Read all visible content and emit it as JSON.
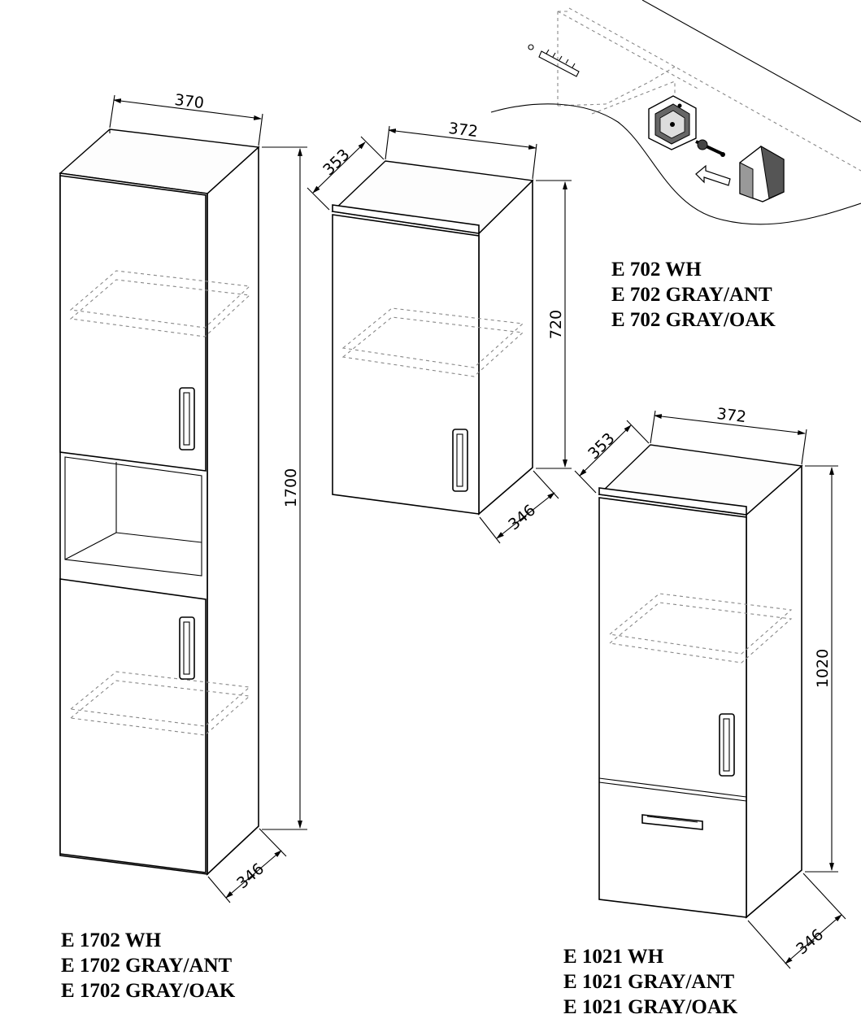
{
  "cabinets": [
    {
      "id": "E1702",
      "dimensions": {
        "width": "370",
        "height": "1700",
        "depth": "346"
      },
      "models": [
        "E 1702 WH",
        "E 1702 GRAY/ANT",
        "E 1702 GRAY/OAK"
      ]
    },
    {
      "id": "E702",
      "dimensions": {
        "width": "372",
        "side": "353",
        "height": "720",
        "depth": "346"
      },
      "models": [
        "E 702 WH",
        "E 702 GRAY/ANT",
        "E 702 GRAY/OAK"
      ]
    },
    {
      "id": "E1021",
      "dimensions": {
        "width": "372",
        "side": "353",
        "height": "1020",
        "depth": "346"
      },
      "models": [
        "E 1021 WH",
        "E 1021 GRAY/ANT",
        "E 1021 GRAY/OAK"
      ]
    }
  ]
}
